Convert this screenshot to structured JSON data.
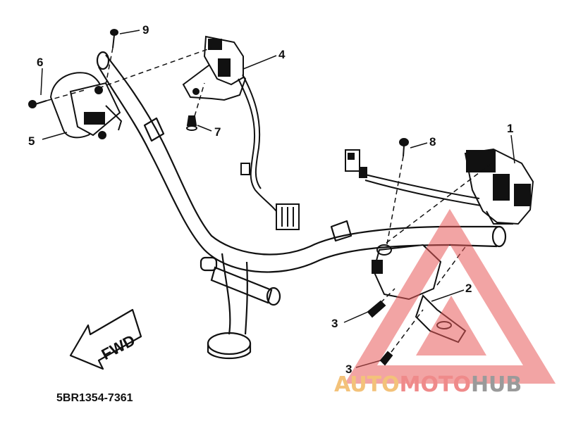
{
  "parts": {
    "callout_1": "1",
    "callout_2": "2",
    "callout_3a": "3",
    "callout_3b": "3",
    "callout_4": "4",
    "callout_5": "5",
    "callout_6": "6",
    "callout_7": "7",
    "callout_8": "8",
    "callout_9": "9"
  },
  "direction_arrow": "FWD",
  "diagram_code": "5BR1354-7361",
  "watermark": {
    "part1": "AUTO",
    "part2": "MOTO",
    "part3": "HUB",
    "color1": "#f3c27a",
    "color2": "#ef8a8a",
    "color3": "#9a9a9a"
  },
  "colors": {
    "line": "#111111",
    "logo_triangle": "#e85a5a"
  }
}
